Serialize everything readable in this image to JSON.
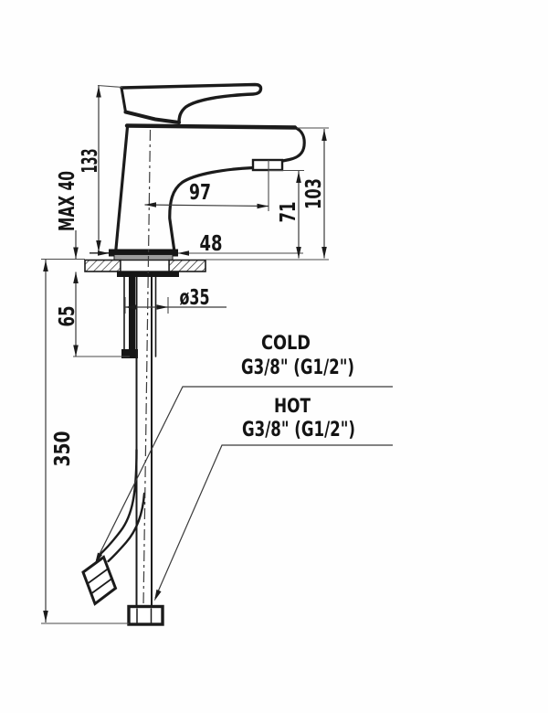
{
  "drawing": {
    "type": "faucet-installation-dimension-diagram",
    "colors": {
      "line": "#1b1b1b",
      "background": "#ffffff",
      "gasket": "#9c9c9c"
    },
    "dims": {
      "total_height": "133",
      "max_deck_thickness": "MAX 40",
      "spout_reach": "97",
      "outlet_height": "71",
      "body_height": "103",
      "base_width": "48",
      "hole_diameter": "ø35",
      "shank_length": "65",
      "hose_length": "350"
    },
    "labels": {
      "cold": "COLD",
      "cold_spec": "G3/8\" (G1/2\")",
      "hot": "HOT",
      "hot_spec": "G3/8\" (G1/2\")"
    }
  }
}
